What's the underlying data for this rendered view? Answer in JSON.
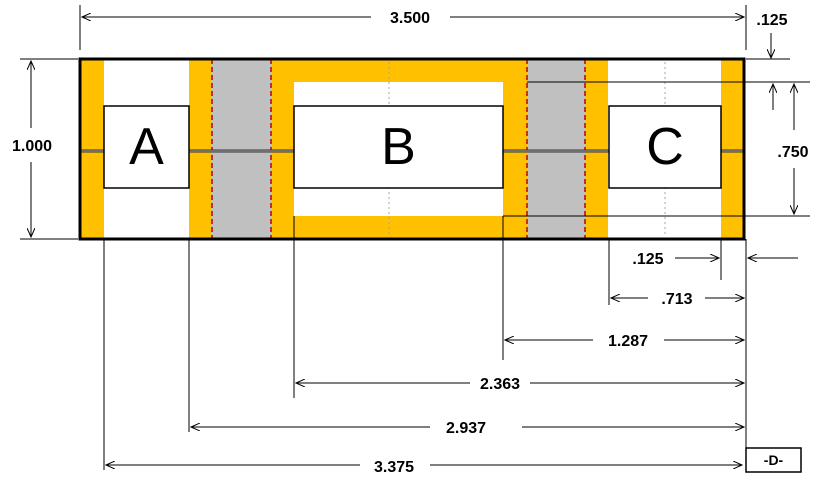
{
  "colors": {
    "gold": "#FFC000",
    "gray": "#C0C0C0",
    "outline": "#000000",
    "dashed_red": "#C00000",
    "center_line": "#A6A6A6"
  },
  "parts": {
    "a": "A",
    "b": "B",
    "c": "C"
  },
  "dimensions": {
    "overall_length": "3.500",
    "top_right_offset": ".125",
    "height": "1.000",
    "inner_height": ".750",
    "right_offset": ".125",
    "c_position": ".713",
    "b_right_position": "1.287",
    "b_left_position": "2.363",
    "a_right_position": "2.937",
    "a_left_position": "3.375"
  },
  "datum": "-D-"
}
